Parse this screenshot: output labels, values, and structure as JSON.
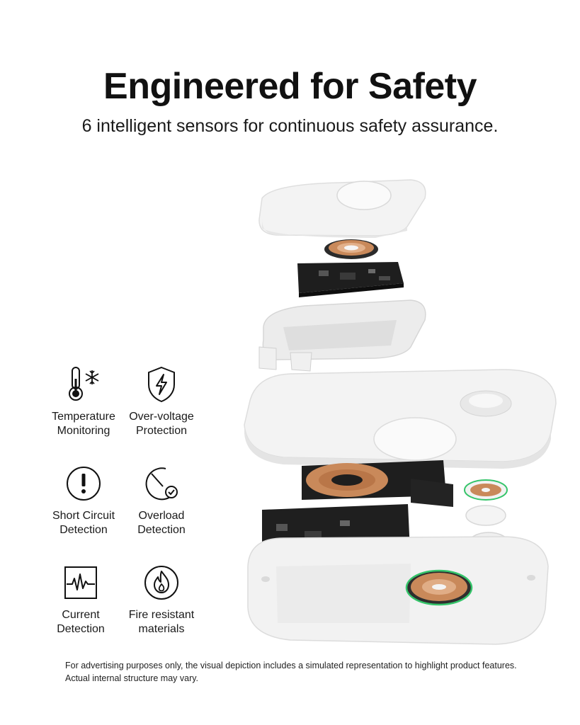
{
  "header": {
    "title": "Engineered for Safety",
    "subtitle": "6 intelligent sensors for continuous safety assurance."
  },
  "features": [
    {
      "icon": "thermometer-snowflake-icon",
      "label_line1": "Temperature",
      "label_line2": "Monitoring"
    },
    {
      "icon": "shield-bolt-icon",
      "label_line1": "Over-voltage",
      "label_line2": "Protection"
    },
    {
      "icon": "exclamation-circle-icon",
      "label_line1": "Short Circuit",
      "label_line2": "Detection"
    },
    {
      "icon": "gauge-check-icon",
      "label_line1": "Overload",
      "label_line2": "Detection"
    },
    {
      "icon": "waveform-icon",
      "label_line1": "Current",
      "label_line2": "Detection"
    },
    {
      "icon": "flame-circle-icon",
      "label_line1": "Fire resistant",
      "label_line2": "materials"
    }
  ],
  "disclaimer": "For advertising purposes only, the visual depiction includes a simulated representation to highlight product features. Actual internal structure may vary.",
  "colors": {
    "text": "#111111",
    "shell": "#f2f2f2",
    "pcb": "#1e1e1e",
    "copper": "#c9895a",
    "ring_green": "#35c46a"
  }
}
